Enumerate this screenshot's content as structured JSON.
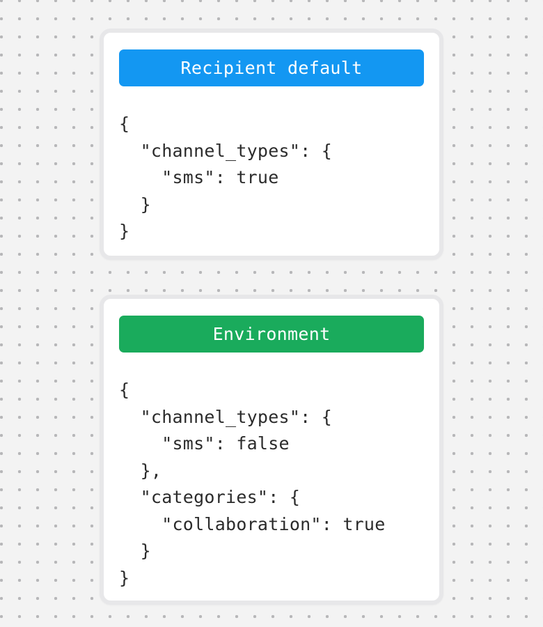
{
  "page": {
    "background_color": "#f3f3f3",
    "dot_color": "#b7b7b9",
    "card_border_color": "#e7e7e9",
    "code_text_color": "#2b2b2b"
  },
  "cards": [
    {
      "label": "Recipient default",
      "label_bg": "#1397F2",
      "code": "{\n  \"channel_types\": {\n    \"sms\": true\n  }\n}"
    },
    {
      "label": "Environment",
      "label_bg": "#1AAB5C",
      "code": "{\n  \"channel_types\": {\n    \"sms\": false\n  },\n  \"categories\": {\n    \"collaboration\": true\n  }\n}"
    }
  ]
}
